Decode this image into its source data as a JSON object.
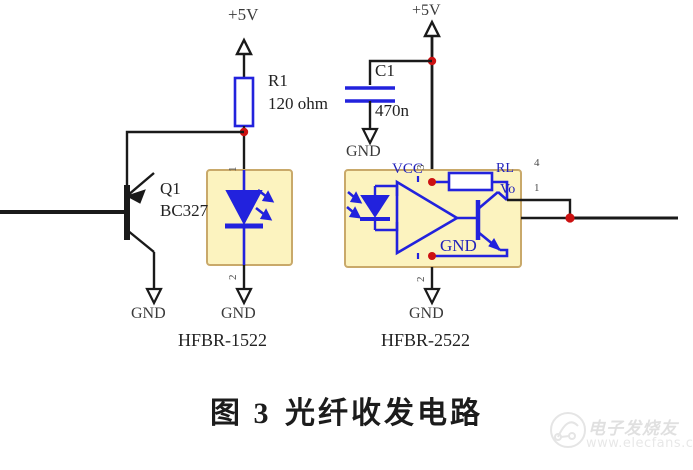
{
  "figure": {
    "caption_number": "图 3",
    "caption_text": "光纤收发电路"
  },
  "colors": {
    "wire": "#1a1a1a",
    "component_blue": "#2222dd",
    "junction_red": "#cc1111",
    "block_fill": "#fcf3bf",
    "block_border": "#c9a96a",
    "label_gray": "#3a3a3a"
  },
  "transmitter": {
    "part_label": "HFBR-1522",
    "supply_label": "+5V",
    "resistor": {
      "ref": "R1",
      "value": "120 ohm"
    },
    "transistor": {
      "ref": "Q1",
      "type": "BC327"
    },
    "led_pins": {
      "anode": "1",
      "cathode": "2"
    },
    "ground_transistor": "GND",
    "ground_led": "GND"
  },
  "receiver": {
    "part_label": "HFBR-2522",
    "supply_label": "+5V",
    "capacitor": {
      "ref": "C1",
      "value": "470n"
    },
    "capacitor_ground": "GND",
    "vcc_label": "VCC",
    "gnd_label": "GND",
    "internal_resistor": "RL",
    "output_label": "Vo",
    "pins": {
      "vcc": "3",
      "gnd": "2",
      "rl": "4",
      "vo": "1"
    },
    "ground_pin": "GND"
  },
  "watermark": {
    "brand": "电子发烧友",
    "url": "www.elecfans.com"
  }
}
